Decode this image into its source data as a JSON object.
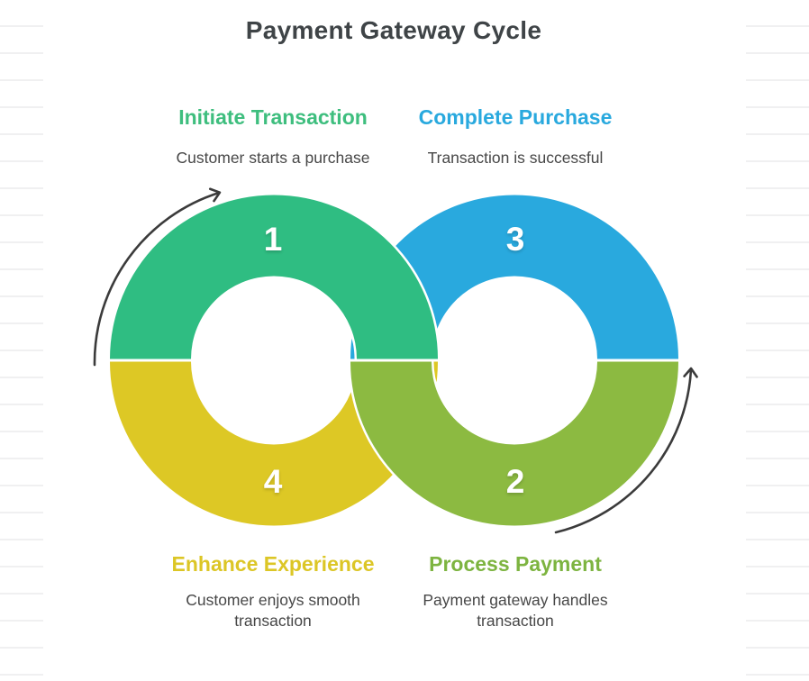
{
  "title": "Payment Gateway Cycle",
  "steps": [
    {
      "number": "1",
      "label": "Initiate Transaction",
      "description": "Customer starts a purchase",
      "ring_color": "#2fbd82",
      "label_color": "#3ebe7e",
      "position": "top-left"
    },
    {
      "number": "2",
      "label": "Process Payment",
      "description": "Payment gateway handles transaction",
      "ring_color": "#8cba41",
      "label_color": "#7db440",
      "position": "bottom-right"
    },
    {
      "number": "3",
      "label": "Complete Purchase",
      "description": "Transaction is successful",
      "ring_color": "#29a9de",
      "label_color": "#29a9de",
      "position": "top-right"
    },
    {
      "number": "4",
      "label": "Enhance Experience",
      "description": "Customer enjoys smooth transaction",
      "ring_color": "#ddc825",
      "label_color": "#dcc626",
      "position": "bottom-left"
    }
  ],
  "colors": {
    "title_text": "#3f4447",
    "description_text": "#474747",
    "arrow": "#3b3b3b",
    "background": "#ffffff",
    "ruled_line": "#f0f0f1",
    "number_text": "#ffffff"
  }
}
